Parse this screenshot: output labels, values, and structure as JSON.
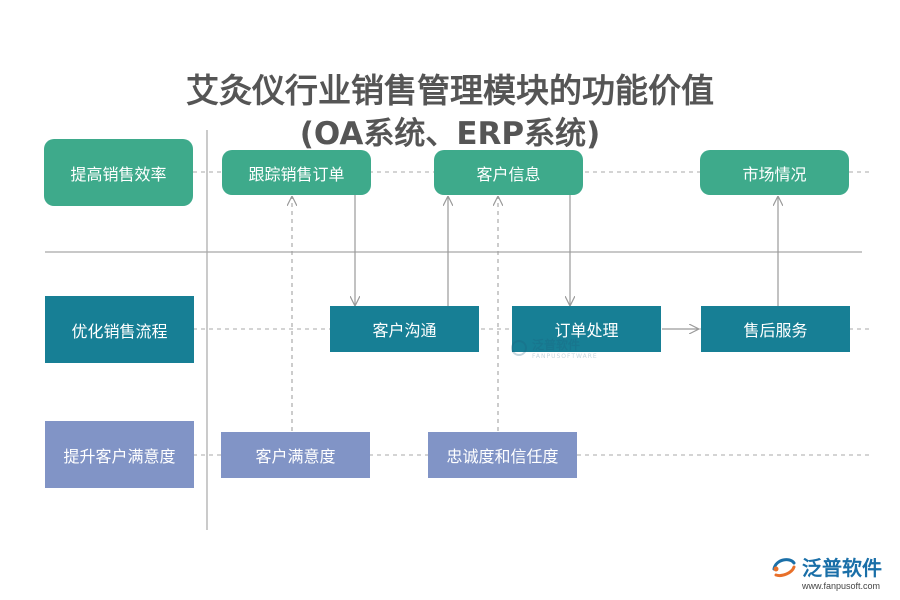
{
  "title": {
    "line1": "艾灸仪行业销售管理模块的功能价值",
    "line2": "(OA系统、ERP系统)"
  },
  "categories": {
    "efficiency": "提高销售效率",
    "process": "优化销售流程",
    "satisfaction": "提升客户满意度"
  },
  "nodes": {
    "track_orders": "跟踪销售订单",
    "customer_info": "客户信息",
    "market": "市场情况",
    "communication": "客户沟通",
    "order_processing": "订单处理",
    "after_sales": "售后服务",
    "customer_satisfaction": "客户满意度",
    "loyalty_trust": "忠诚度和信任度"
  },
  "colors": {
    "efficiency": "#3eaa8b",
    "process": "#177f95",
    "satisfaction": "#8194c6"
  },
  "watermark": {
    "name": "泛普软件",
    "en": "FANPUSOFTWARE"
  },
  "logo": {
    "name": "泛普软件",
    "url": "www.fanpusoft.com",
    "icon": "fanpu-logo-icon"
  }
}
